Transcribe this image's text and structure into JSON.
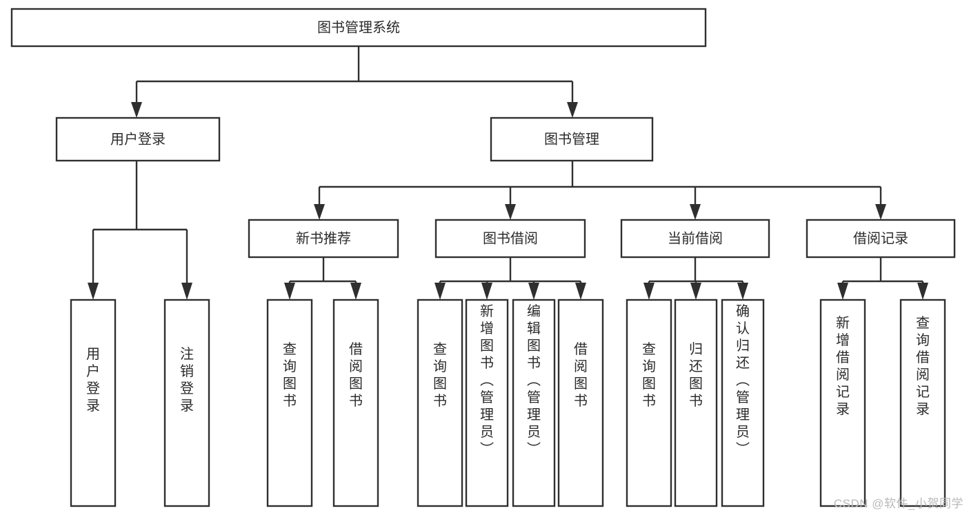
{
  "diagram": {
    "title": "图书管理系统",
    "type": "hierarchy-tree",
    "watermark": "CSDN @软件_小贺同学",
    "colors": {
      "stroke": "#2f2f2f",
      "fill": "#ffffff",
      "text": "#2b2b2b",
      "watermark": "#b9b9b9"
    },
    "levels": {
      "root": "图书管理系统",
      "level1": [
        "用户登录",
        "图书管理"
      ],
      "level2": [
        "新书推荐",
        "图书借阅",
        "当前借阅",
        "借阅记录"
      ]
    },
    "nodes": {
      "root": {
        "label": "图书管理系统"
      },
      "user_login": {
        "label": "用户登录"
      },
      "book_manage": {
        "label": "图书管理"
      },
      "new_book_rec": {
        "label": "新书推荐"
      },
      "book_borrow": {
        "label": "图书借阅"
      },
      "current_borrow": {
        "label": "当前借阅"
      },
      "borrow_record": {
        "label": "借阅记录"
      }
    },
    "leaves": {
      "user_login": [
        {
          "label": "用户登录"
        },
        {
          "label": "注销登录"
        }
      ],
      "new_book_rec": [
        {
          "label": "查询图书"
        },
        {
          "label": "借阅图书"
        }
      ],
      "book_borrow": [
        {
          "label": "查询图书"
        },
        {
          "label": "新增图书（管理员）"
        },
        {
          "label": "编辑图书（管理员）"
        },
        {
          "label": "借阅图书"
        }
      ],
      "current_borrow": [
        {
          "label": "查询图书"
        },
        {
          "label": "归还图书"
        },
        {
          "label": "确认归还（管理员）"
        }
      ],
      "borrow_record": [
        {
          "label": "新增借阅记录"
        },
        {
          "label": "查询借阅记录"
        }
      ]
    }
  }
}
